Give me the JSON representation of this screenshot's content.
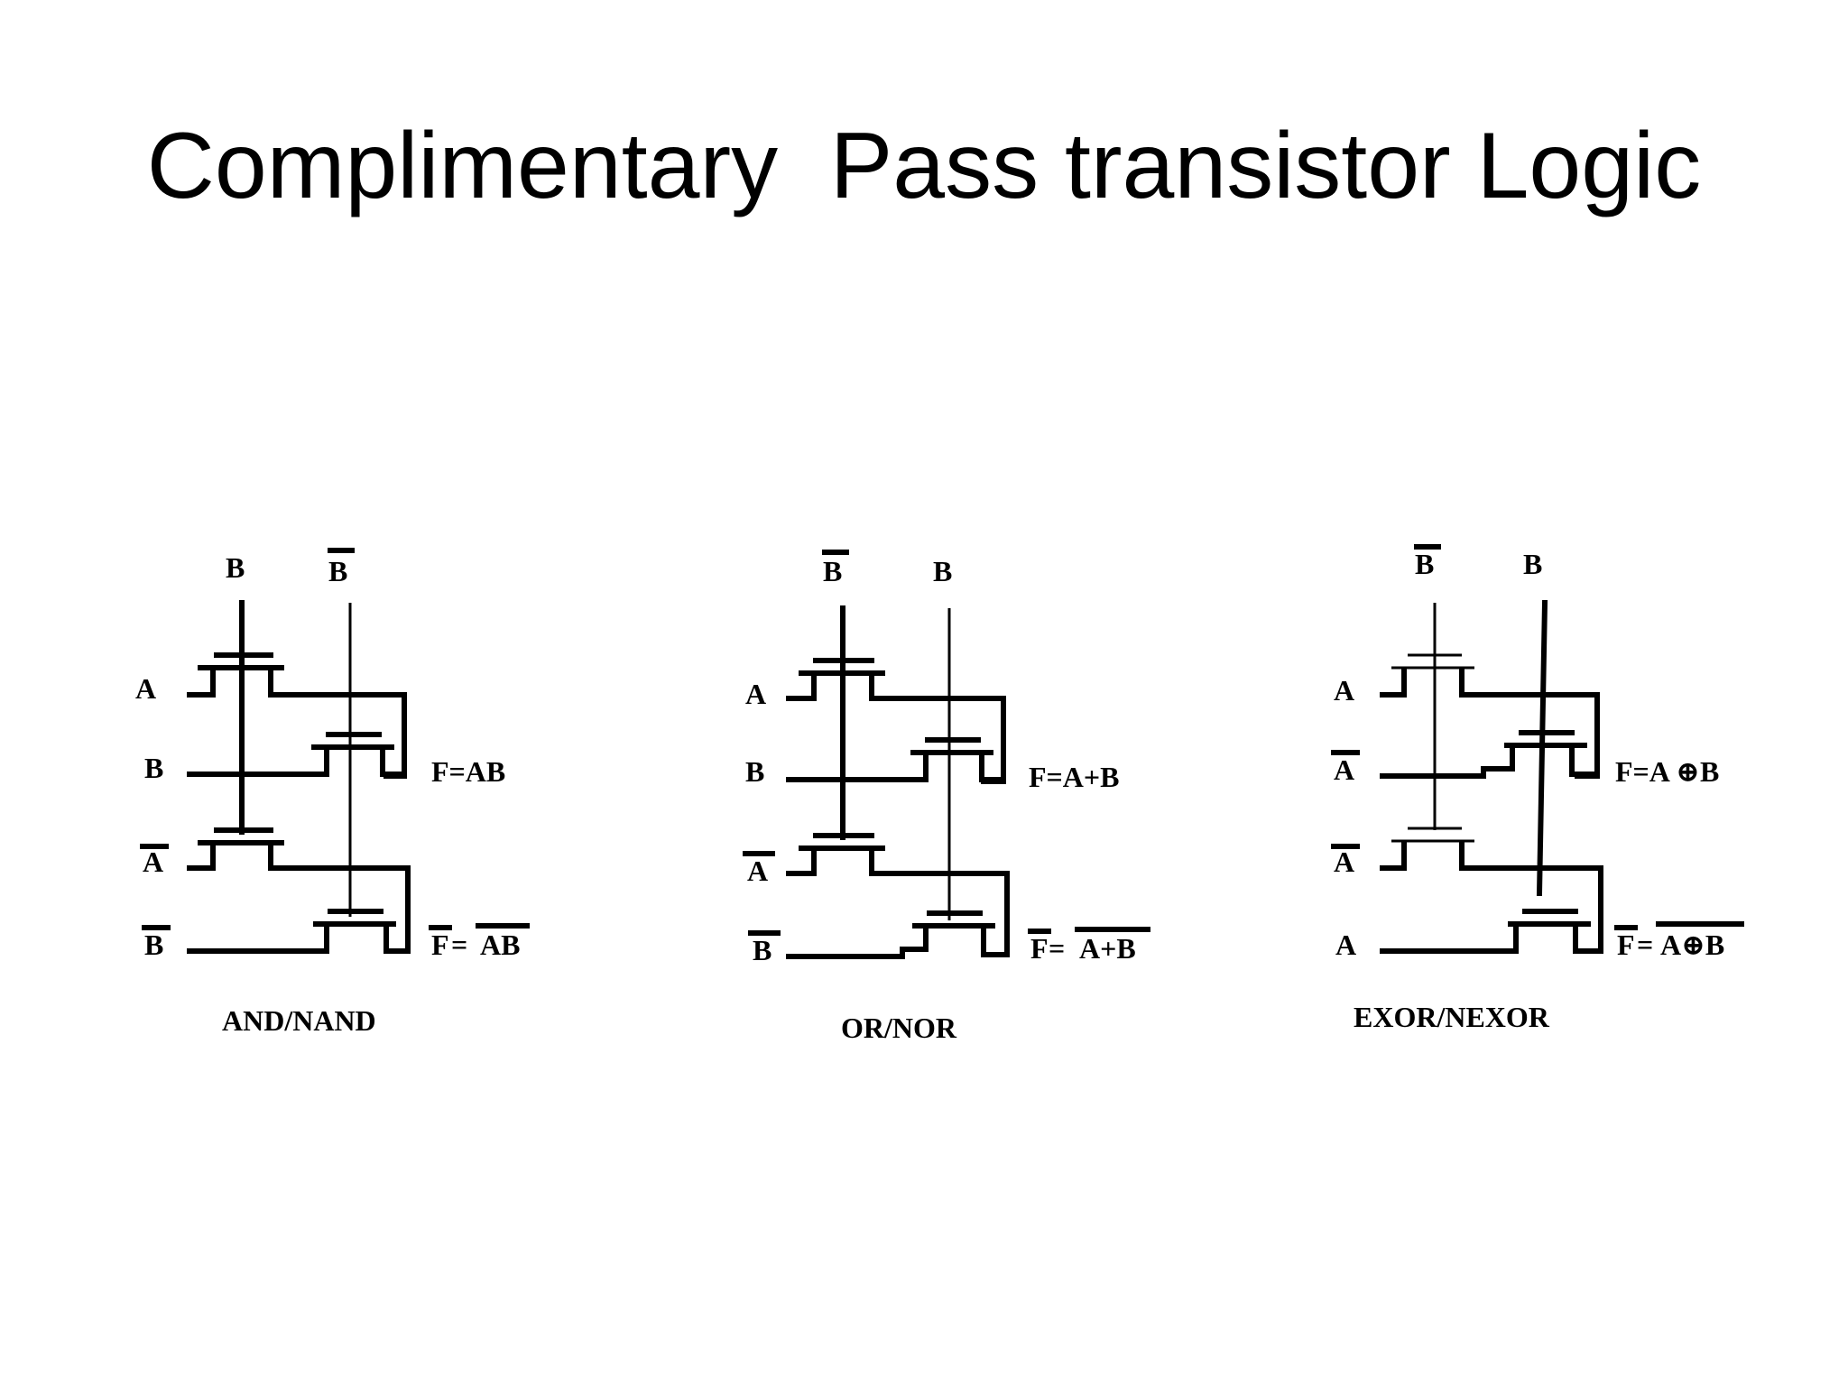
{
  "title": "Complimentary  Pass transistor Logic",
  "circuits": [
    {
      "name": "and-nand",
      "caption": "AND/NAND",
      "top_inputs": [
        "B",
        "B"
      ],
      "left_inputs": [
        "A",
        "B",
        "A",
        "B"
      ],
      "out_true": "F=AB",
      "out_comp_f": "F",
      "out_comp_eq": "=",
      "out_comp_expr": "AB"
    },
    {
      "name": "or-nor",
      "caption": "OR/NOR",
      "top_inputs": [
        "B",
        "B"
      ],
      "left_inputs": [
        "A",
        "B",
        "A",
        "B"
      ],
      "out_true": "F=A+B",
      "out_comp_f": "F",
      "out_comp_eq": " =",
      "out_comp_expr": "A+B"
    },
    {
      "name": "exor-nexor",
      "caption": "EXOR/NEXOR",
      "top_inputs": [
        "B",
        "B"
      ],
      "left_inputs": [
        "A",
        "A",
        "A",
        "A"
      ],
      "out_true": "F=A  ⊕B",
      "out_comp_f": "F",
      "out_comp_eq": "=",
      "out_comp_expr": "A⊕B"
    }
  ]
}
